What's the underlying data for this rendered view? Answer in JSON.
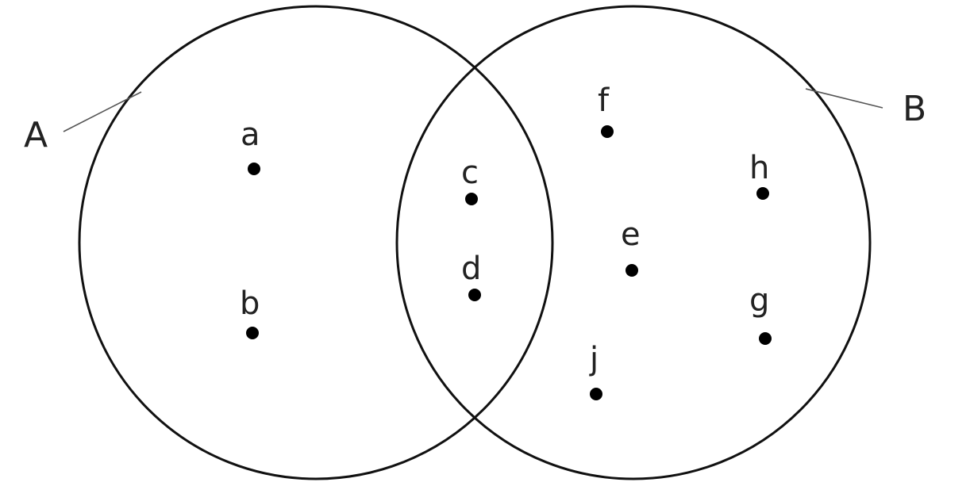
{
  "sets": [
    {
      "id": "A",
      "label": "A"
    },
    {
      "id": "B",
      "label": "B"
    }
  ],
  "elements": [
    {
      "label": "a",
      "region": "A only"
    },
    {
      "label": "b",
      "region": "A only"
    },
    {
      "label": "c",
      "region": "A and B"
    },
    {
      "label": "d",
      "region": "A and B"
    },
    {
      "label": "e",
      "region": "B only"
    },
    {
      "label": "f",
      "region": "B only"
    },
    {
      "label": "g",
      "region": "B only"
    },
    {
      "label": "h",
      "region": "B only"
    },
    {
      "label": "j",
      "region": "B only"
    }
  ]
}
